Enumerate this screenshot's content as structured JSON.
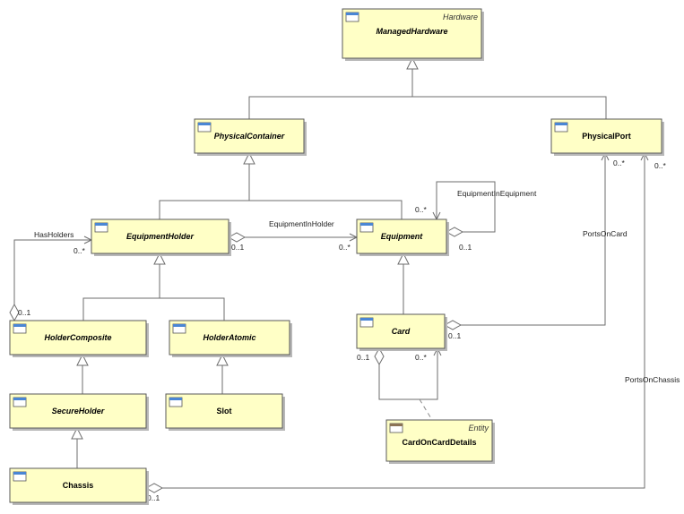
{
  "classes": [
    {
      "id": "ManagedHardware",
      "name": "ManagedHardware",
      "stereotype": "Hardware",
      "abstract": true
    },
    {
      "id": "PhysicalContainer",
      "name": "PhysicalContainer",
      "abstract": true
    },
    {
      "id": "PhysicalPort",
      "name": "PhysicalPort",
      "abstract": false
    },
    {
      "id": "EquipmentHolder",
      "name": "EquipmentHolder",
      "abstract": true
    },
    {
      "id": "Equipment",
      "name": "Equipment",
      "abstract": true
    },
    {
      "id": "HolderComposite",
      "name": "HolderComposite",
      "abstract": true
    },
    {
      "id": "HolderAtomic",
      "name": "HolderAtomic",
      "abstract": true
    },
    {
      "id": "Card",
      "name": "Card",
      "abstract": true
    },
    {
      "id": "SecureHolder",
      "name": "SecureHolder",
      "abstract": true
    },
    {
      "id": "Slot",
      "name": "Slot",
      "abstract": false
    },
    {
      "id": "CardOnCardDetails",
      "name": "CardOnCardDetails",
      "stereotype": "Entity",
      "abstract": false,
      "headerColor": "#8b7355"
    },
    {
      "id": "Chassis",
      "name": "Chassis",
      "abstract": false
    }
  ],
  "generalizations": [
    {
      "from": "PhysicalContainer",
      "to": "ManagedHardware"
    },
    {
      "from": "PhysicalPort",
      "to": "ManagedHardware"
    },
    {
      "from": "EquipmentHolder",
      "to": "PhysicalContainer"
    },
    {
      "from": "Equipment",
      "to": "PhysicalContainer"
    },
    {
      "from": "HolderComposite",
      "to": "EquipmentHolder"
    },
    {
      "from": "HolderAtomic",
      "to": "EquipmentHolder"
    },
    {
      "from": "Card",
      "to": "Equipment"
    },
    {
      "from": "SecureHolder",
      "to": "HolderComposite"
    },
    {
      "from": "Slot",
      "to": "HolderAtomic"
    },
    {
      "from": "Chassis",
      "to": "SecureHolder"
    }
  ],
  "associations": [
    {
      "name": "HasHolders",
      "from": "HolderComposite",
      "to": "EquipmentHolder",
      "from_mult": "0..1",
      "to_mult": "0..*"
    },
    {
      "name": "EquipmentInHolder",
      "from": "EquipmentHolder",
      "to": "Equipment",
      "from_mult": "0..1",
      "to_mult": "0..*"
    },
    {
      "name": "EquipmentInEquipment",
      "from": "Equipment",
      "to": "Equipment",
      "from_mult": "0..1",
      "to_mult": "0..*"
    },
    {
      "name": "PortsOnCard",
      "from": "Card",
      "to": "PhysicalPort",
      "from_mult": "0..1",
      "to_mult": "0..*"
    },
    {
      "name": "PortsOnChassis",
      "from": "Chassis",
      "to": "PhysicalPort",
      "from_mult": "0..1",
      "to_mult": "0..*"
    },
    {
      "name": "",
      "from": "Card",
      "to": "Card",
      "from_mult": "0..1",
      "to_mult": "0..*"
    }
  ],
  "association_class": {
    "class": "CardOnCardDetails",
    "association": "Card-Card"
  },
  "colors": {
    "box_fill": "#ffffc6",
    "icon_header": "#4a86d4",
    "line": "#6e6e6e"
  }
}
